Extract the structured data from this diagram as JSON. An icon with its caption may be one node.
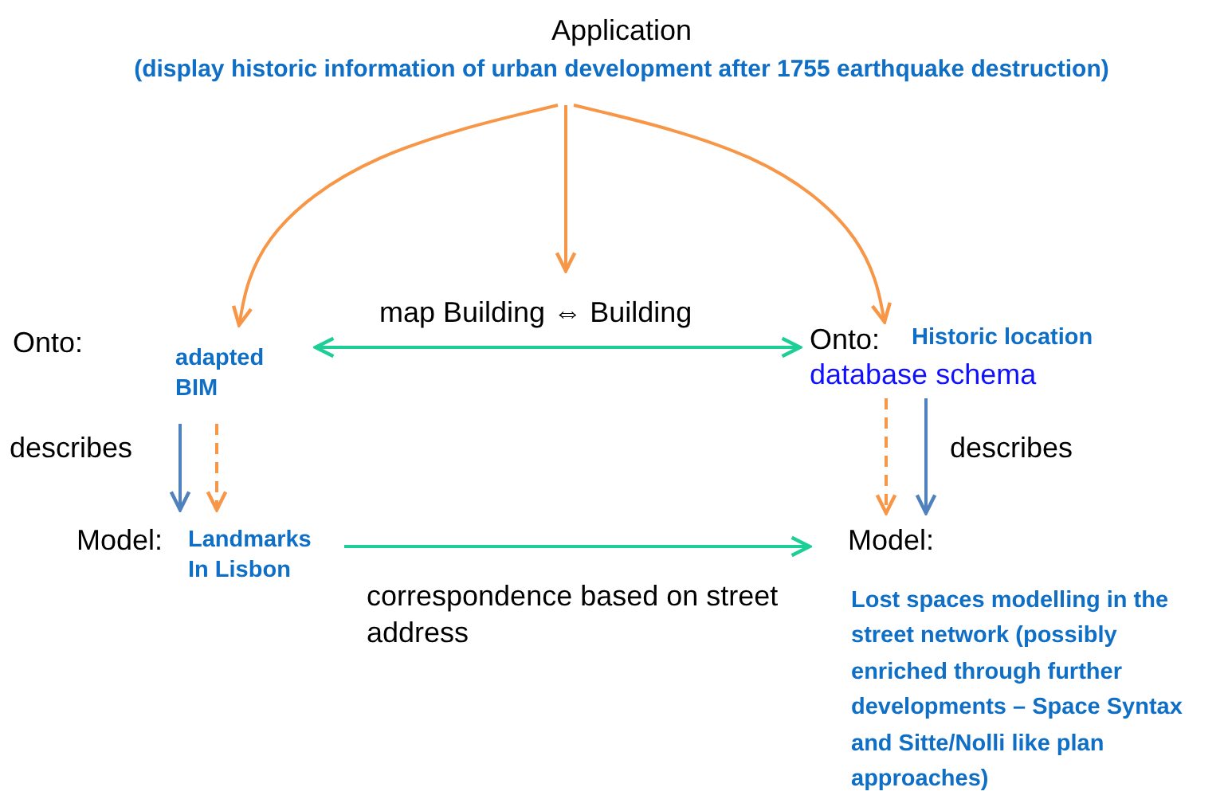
{
  "diagram": {
    "nodes": [
      {
        "text": [
          "Application",
          "(display historic information of urban development after 1755 earthquake destruction)"
        ]
      },
      {
        "text": [
          "Onto:",
          "adapted BIM"
        ]
      },
      {
        "text": [
          "Onto:",
          "Historic location",
          "database schema"
        ]
      },
      {
        "text": [
          "Model:",
          "Landmarks In Lisbon"
        ]
      },
      {
        "text": [
          "Model:",
          "Lost spaces modelling in the street network (possibly enriched through further developments – Space Syntax and Sitte/Nolli like plan approaches)"
        ]
      }
    ],
    "edges": [
      {
        "from": 0,
        "to": 1,
        "arrow": "to"
      },
      {
        "from": 0,
        "to": null,
        "arrow": "to"
      },
      {
        "from": 0,
        "to": 2,
        "arrow": "to"
      },
      {
        "from": 1,
        "to": 2,
        "arrow": "both",
        "label": "map Building ⇔ Building",
        "color": "#1dcf96"
      },
      {
        "from": 1,
        "to": 3,
        "arrow": "to",
        "label": "describes",
        "color": "#4f81bd"
      },
      {
        "from": 1,
        "to": 3,
        "arrow": "to",
        "style": "dashed"
      },
      {
        "from": 2,
        "to": 4,
        "arrow": "to",
        "style": "dashed"
      },
      {
        "from": 2,
        "to": 4,
        "arrow": "to",
        "label": "describes",
        "color": "#4f81bd"
      },
      {
        "from": 3,
        "to": 4,
        "arrow": "to",
        "label": "correspondence based on street address",
        "color": "#1dcf96"
      }
    ]
  }
}
